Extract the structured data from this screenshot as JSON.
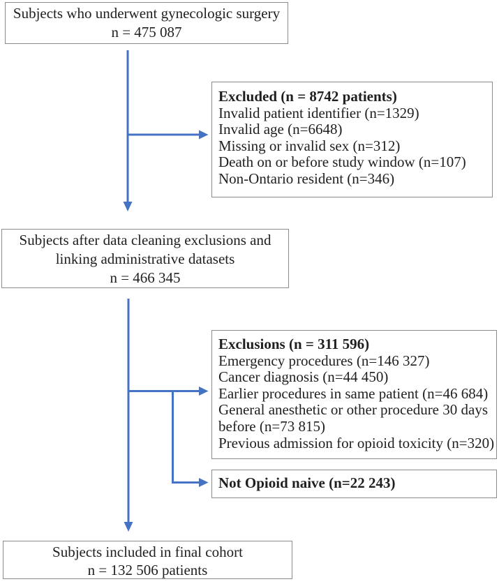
{
  "colors": {
    "arrow": "#4472C4",
    "box_border": "#8a8a8a",
    "text": "#1f1f1f"
  },
  "boxes": {
    "surgery_total": {
      "lines": [
        "Subjects who underwent gynecologic surgery",
        "n = 475 087"
      ]
    },
    "excluded": {
      "title": "Excluded (n = 8742 patients)",
      "items": [
        "Invalid patient identifier (n=1329)",
        "Invalid age (n=6648)",
        "Missing or invalid sex (n=312)",
        "Death on or before study window (n=107)",
        "Non-Ontario resident (n=346)"
      ]
    },
    "after_cleaning": {
      "lines": [
        "Subjects after data cleaning exclusions and",
        "linking administrative datasets",
        "n = 466 345"
      ]
    },
    "exclusions": {
      "title": "Exclusions (n = 311 596)",
      "items": [
        "Emergency procedures (n=146 327)",
        "Cancer diagnosis (n=44 450)",
        "Earlier procedures in same patient (n=46 684)",
        "General anesthetic or other procedure 30 days before (n=73 815)",
        "Previous admission for opioid toxicity (n=320)"
      ]
    },
    "not_opioid_naive": {
      "title": "Not Opioid naive (n=22 243)"
    },
    "final_cohort": {
      "lines": [
        "Subjects included in final cohort",
        "n = 132 506 patients"
      ]
    }
  }
}
